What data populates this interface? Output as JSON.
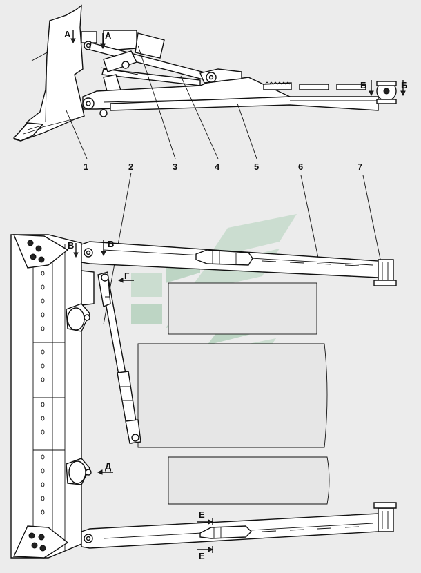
{
  "callouts": [
    "1",
    "2",
    "3",
    "4",
    "5",
    "6",
    "7"
  ],
  "section_marks": {
    "A_left": "А",
    "A_top": "А",
    "B_left": "Б",
    "B_right": "Б",
    "V_left": "В",
    "V_top": "В",
    "G": "Г",
    "D": "Д",
    "E_top": "Е",
    "E_bottom": "Е"
  },
  "colors": {
    "background": "#ececec",
    "line": "#111111",
    "part_fill": "#ffffff",
    "logo_light": "#c8dccd",
    "logo_dark": "#b9d3c0",
    "logo_grey": "#d7d7d7"
  }
}
